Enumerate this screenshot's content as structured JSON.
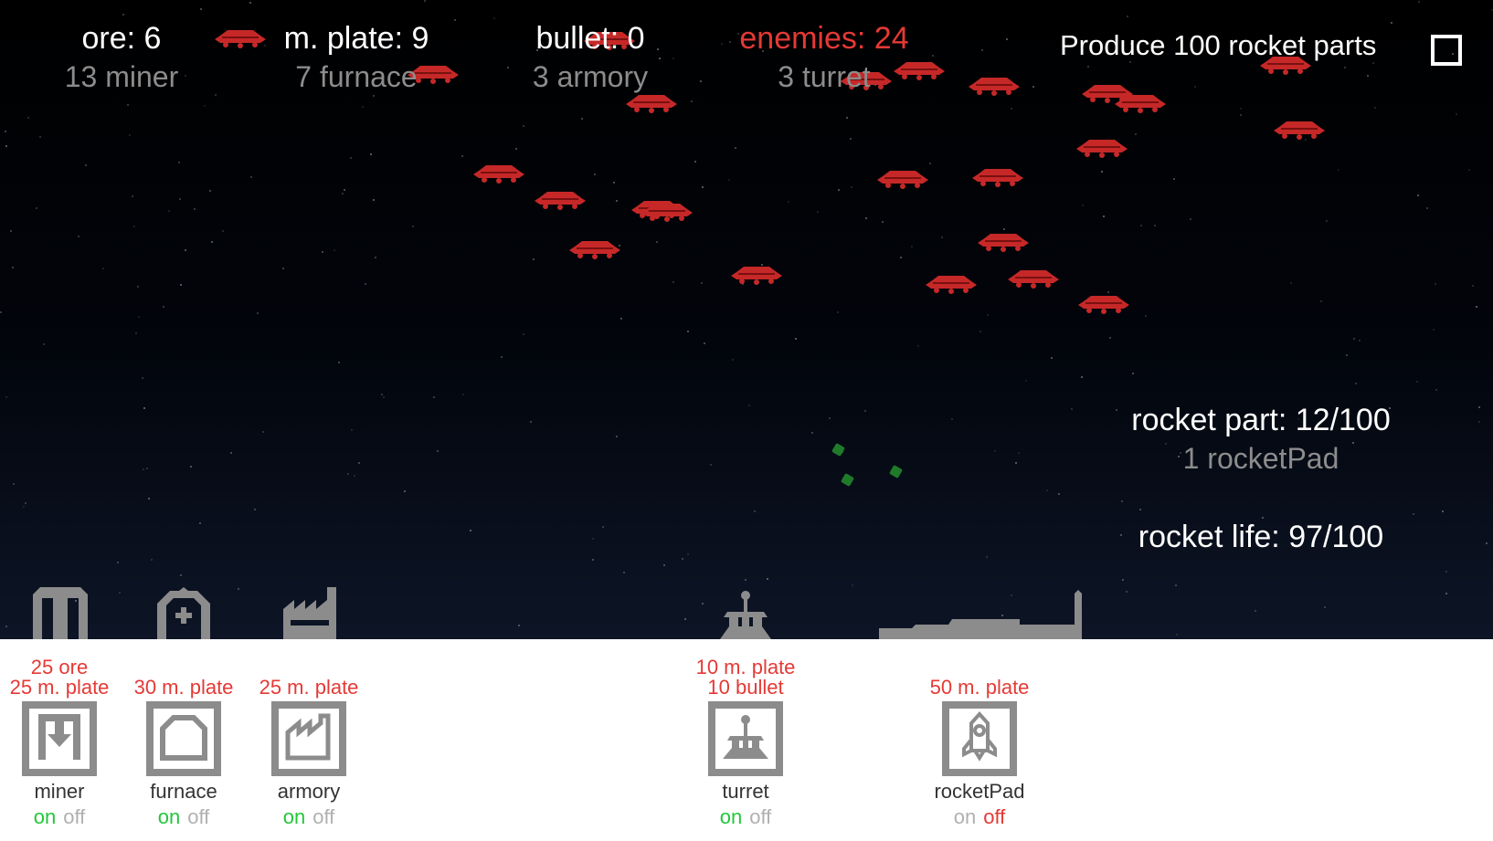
{
  "hud": {
    "resources": [
      {
        "label": "ore: 6",
        "sub": "13 miner"
      },
      {
        "label": "m. plate: 9",
        "sub": "7 furnace"
      },
      {
        "label": "bullet: 0",
        "sub": "3 armory"
      },
      {
        "label": "enemies: 24",
        "sub": "3 turret"
      }
    ],
    "goal": "Produce 100 rocket parts",
    "goal_checked": false,
    "rocket_part": "rocket part: 12/100",
    "rocket_pad": "1 rocketPad",
    "rocket_life": "rocket life: 97/100"
  },
  "buildings": [
    {
      "name": "miner",
      "cost": [
        "25 ore",
        "25 m. plate"
      ],
      "on": "on",
      "off": "off",
      "state": "on"
    },
    {
      "name": "furnace",
      "cost": [
        "30 m. plate"
      ],
      "on": "on",
      "off": "off",
      "state": "on"
    },
    {
      "name": "armory",
      "cost": [
        "25 m. plate"
      ],
      "on": "on",
      "off": "off",
      "state": "on"
    },
    {
      "name": "turret",
      "cost": [
        "10 m. plate",
        "10 bullet"
      ],
      "on": "on",
      "off": "off",
      "state": "on"
    },
    {
      "name": "rocketPad",
      "cost": [
        "50 m. plate"
      ],
      "on": "on",
      "off": "off",
      "state": "off"
    }
  ],
  "colors": {
    "enemy": "#c62828",
    "cost": "#e53935",
    "on": "#22c73a",
    "off_active": "#e53935",
    "inactive": "#b0b0b0"
  }
}
